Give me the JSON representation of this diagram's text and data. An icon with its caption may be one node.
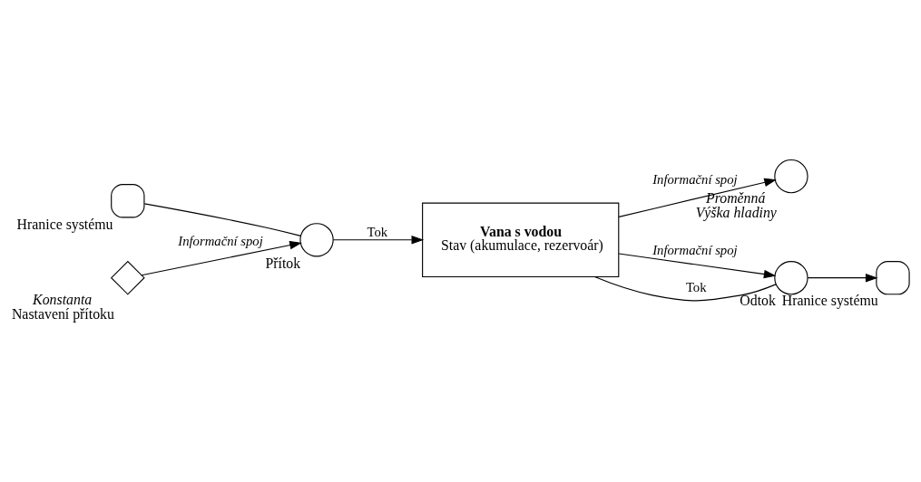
{
  "diagram": {
    "nodes": [
      {
        "text": [
          "Hranice systému"
        ]
      },
      {
        "text": [
          "Přítok"
        ]
      },
      {
        "text": [
          "Konstanta",
          "Nastavení přítoku"
        ]
      },
      {
        "text": [
          "Vana s vodou",
          "Stav (akumulace, rezervoár)"
        ]
      },
      {
        "text": [
          "Proměnná",
          "Výška hladiny"
        ]
      },
      {
        "text": [
          "Odtok"
        ]
      },
      {
        "text": [
          "Hranice systému"
        ]
      }
    ],
    "edges": [
      {
        "from": 0,
        "to": 1,
        "arrow": "none"
      },
      {
        "from": 1,
        "to": 3,
        "arrow": "to",
        "label": "Tok"
      },
      {
        "from": 2,
        "to": 1,
        "arrow": "to",
        "label": "Informační spoj"
      },
      {
        "from": 3,
        "to": 4,
        "arrow": "to",
        "label": "Informační spoj"
      },
      {
        "from": 3,
        "to": 5,
        "arrow": "to",
        "label": "Informační spoj"
      },
      {
        "from": 3,
        "to": 5,
        "arrow": "none",
        "label": "Tok"
      },
      {
        "from": 5,
        "to": 6,
        "arrow": "to"
      }
    ]
  }
}
